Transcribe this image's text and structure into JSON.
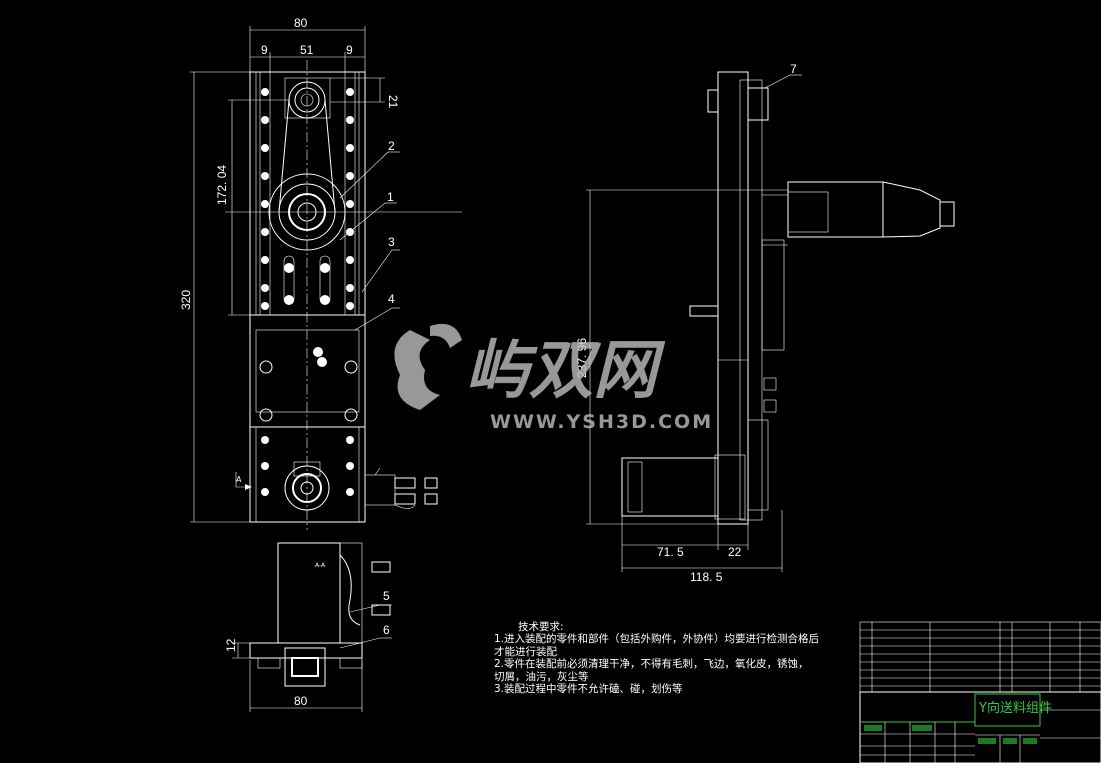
{
  "dimensions": {
    "top_width": "80",
    "top_left": "9",
    "top_mid": "51",
    "top_right": "9",
    "side_21": "21",
    "height_172": "172. 04",
    "height_320": "320",
    "section_12": "12",
    "section_width": "80",
    "side_237": "237. 96",
    "side_71": "71. 5",
    "side_22": "22",
    "side_118": "118. 5"
  },
  "balloons": [
    "1",
    "2",
    "3",
    "4",
    "5",
    "6",
    "7"
  ],
  "section_markers": {
    "a_left": "A",
    "a_bottom": "A",
    "section_label": "A-A"
  },
  "tech_requirements": {
    "title": "技术要求:",
    "line1": "1.进入装配的零件和部件（包括外购件，外协件）均要进行检测合格后",
    "line1b": "才能进行装配",
    "line2": "2.零件在装配前必须清理干净，不得有毛刺，飞边，氧化皮，锈蚀，",
    "line2b": "切屑，油污，灰尘等",
    "line3": "3.装配过程中零件不允许磕、碰，划伤等"
  },
  "title_block": {
    "drawing_name": "Y向送料组件"
  },
  "watermark": {
    "brand": "屿双网",
    "url": "WWW.YSH3D.COM"
  },
  "colors": {
    "background": "#000000",
    "lines": "#ffffff",
    "title_green": "#2ecc40",
    "watermark": "#bfbfbf"
  }
}
